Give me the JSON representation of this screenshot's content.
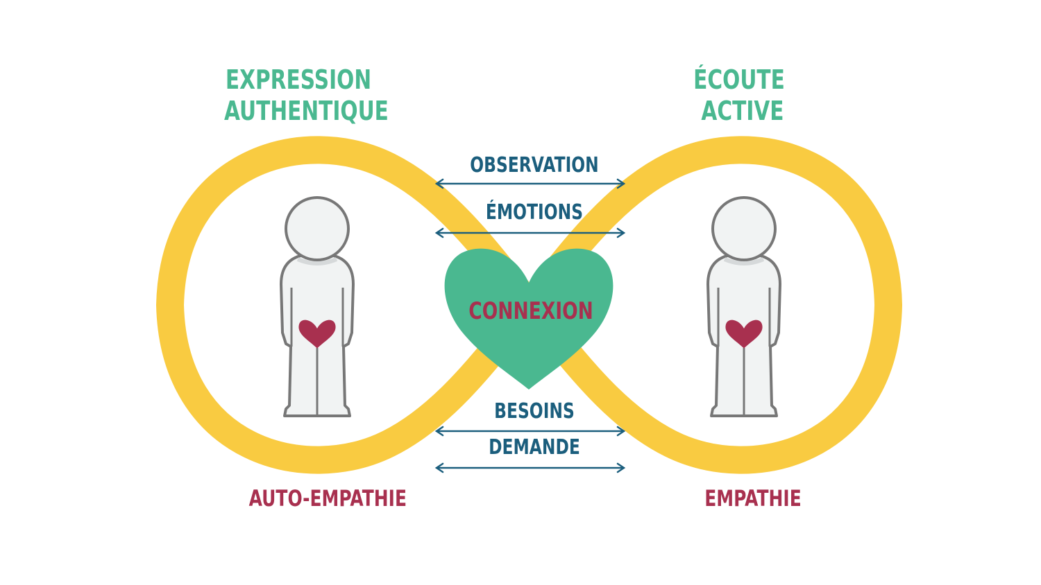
{
  "diagram": {
    "title_left": [
      "EXPRESSION",
      "AUTHENTIQUE"
    ],
    "title_right": [
      "ÉCOUTE",
      "ACTIVE"
    ],
    "center_label": "CONNEXION",
    "steps": [
      "OBSERVATION",
      "ÉMOTIONS",
      "BESOINS",
      "DEMANDE"
    ],
    "bottom_left": "AUTO-EMPATHIE",
    "bottom_right": "EMPATHIE",
    "figures": [
      {
        "side": "left",
        "icon": "person-with-heart-icon"
      },
      {
        "side": "right",
        "icon": "person-with-heart-icon"
      }
    ],
    "colors": {
      "loop": "#f9cb41",
      "heart_center": "#4ab890",
      "heart_small": "#a8304f",
      "title_green": "#4ab890",
      "step_blue": "#1b5e7d",
      "label_red": "#a8304f",
      "figure_fill": "#f1f3f3",
      "figure_stroke": "#777777"
    }
  }
}
